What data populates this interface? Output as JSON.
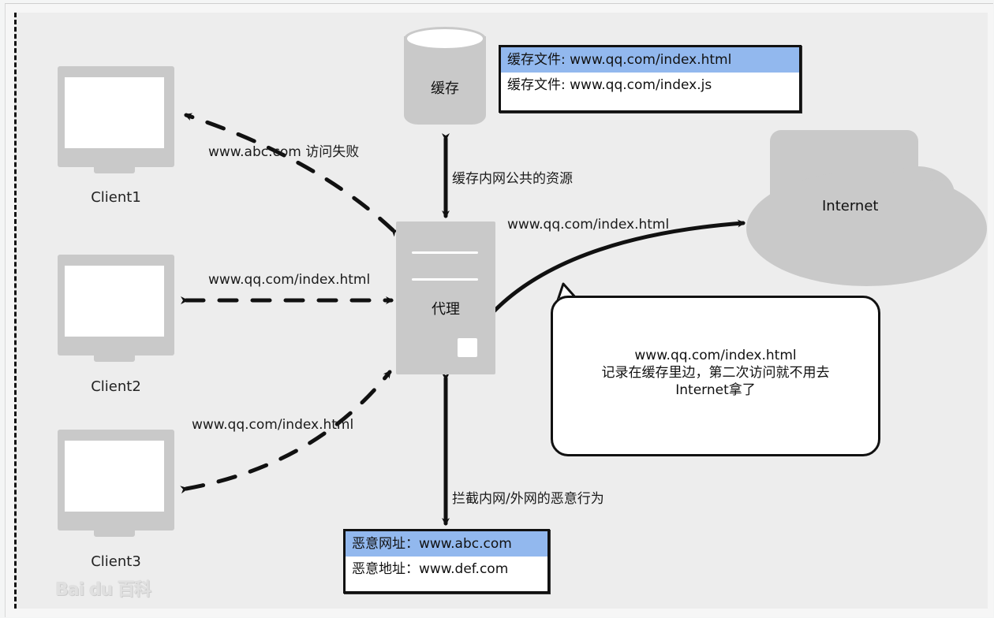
{
  "diagram": {
    "title": "Proxy server cache and filtering diagram",
    "clients": [
      {
        "name": "Client1",
        "link_label": "www.abc.com 访问失败",
        "style": "dashed",
        "direction": "proxy-to-client"
      },
      {
        "name": "Client2",
        "link_label": "www.qq.com/index.html",
        "style": "dashed",
        "direction": "bidirectional"
      },
      {
        "name": "Client3",
        "link_label": "www.qq.com/index.html",
        "style": "dashed",
        "direction": "bidirectional"
      }
    ],
    "proxy": {
      "name": "代理"
    },
    "cache": {
      "name": "缓存",
      "link_label": "缓存内网公共的资源",
      "files": [
        {
          "label": "缓存文件: www.qq.com/index.html",
          "selected": true
        },
        {
          "label": "缓存文件: www.qq.com/index.js",
          "selected": false
        }
      ]
    },
    "internet": {
      "name": "Internet",
      "link_label": "www.qq.com/index.html"
    },
    "callout": {
      "lines": [
        "www.qq.com/index.html",
        "记录在缓存里边，第二次访问就不用去",
        "Internet拿了"
      ]
    },
    "blocklist": {
      "link_label": "拦截内网/外网的恶意行为",
      "items": [
        {
          "label": "恶意网址：www.abc.com",
          "selected": true
        },
        {
          "label": "恶意地址：www.def.com",
          "selected": false
        }
      ]
    },
    "watermark": "Bai du 百科"
  },
  "colors": {
    "canvas": "#ededed",
    "shape_fill": "#c9c9c9",
    "selected_row": "#92b8ee",
    "stroke": "#111111"
  }
}
